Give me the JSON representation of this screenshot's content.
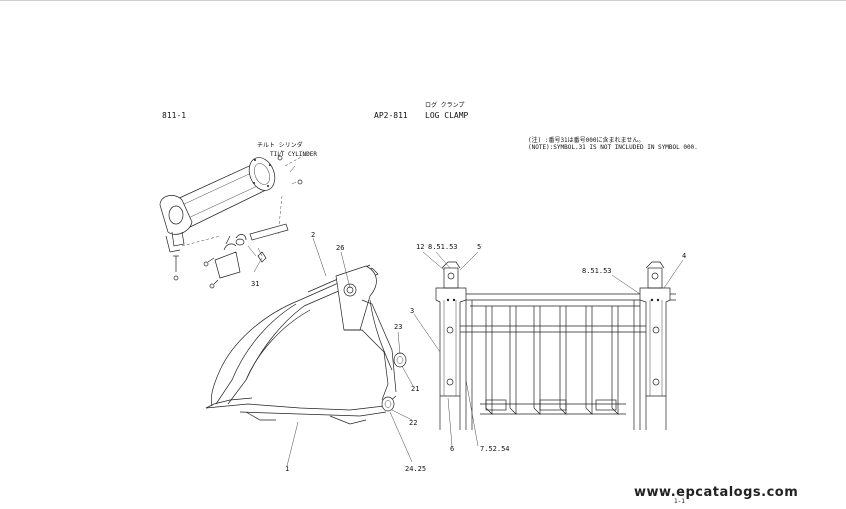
{
  "header": {
    "page_ref": "811-1",
    "drawing_code": "AP2-811",
    "title_jp": "ログ クランプ",
    "title_en": "LOG CLAMP"
  },
  "note": {
    "line_jp": "(注)  :番号31は番号000に含まれません。",
    "line_en": "(NOTE):SYMBOL.31 IS NOT INCLUDED IN SYMBOL 000."
  },
  "cylinder": {
    "label_jp": "チルト シリンダ",
    "label_en": "TILT CYLINDER"
  },
  "callouts": {
    "c2": "2",
    "c26": "26",
    "c31": "31",
    "c23": "23",
    "c21": "21",
    "c22": "22",
    "c1": "1",
    "c2425": "24.25",
    "c12": "12",
    "c8_51_53a": "8.51.53",
    "c5": "5",
    "c8_51_53b": "8.51.53",
    "c4": "4",
    "c3": "3",
    "c6": "6",
    "c7_52_54": "7.52.54"
  },
  "footer": {
    "watermark": "www.epcatalogs.com",
    "page_num": "1-1"
  }
}
